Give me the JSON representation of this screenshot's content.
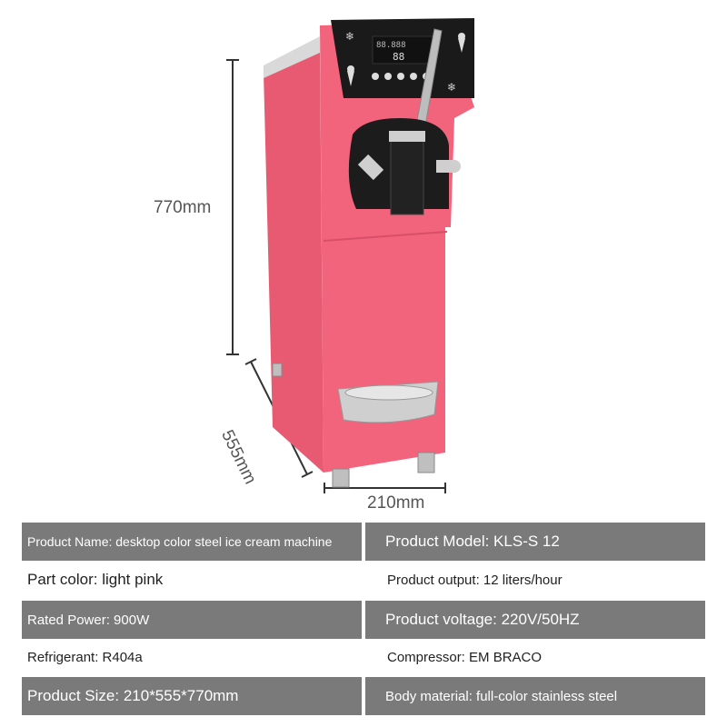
{
  "dimensions": {
    "height": "770mm",
    "depth": "555mm",
    "width": "210mm"
  },
  "machine": {
    "body_color": "#f0607a",
    "panel_color": "#1a1a1a",
    "display_digits_a": "88.888",
    "display_digits_b": "88"
  },
  "specs": {
    "product_name": "Product Name: desktop color steel ice cream machine",
    "product_model": "Product Model: KLS-S 12",
    "part_color": "Part color: light pink",
    "product_output": "Product output: 12 liters/hour",
    "rated_power": "Rated Power: 900W",
    "product_voltage": "Product voltage: 220V/50HZ",
    "refrigerant": "Refrigerant: R404a",
    "compressor": "Compressor: EM BRACO",
    "product_size": "Product Size: 210*555*770mm",
    "body_material": "Body material: full-color stainless steel"
  }
}
